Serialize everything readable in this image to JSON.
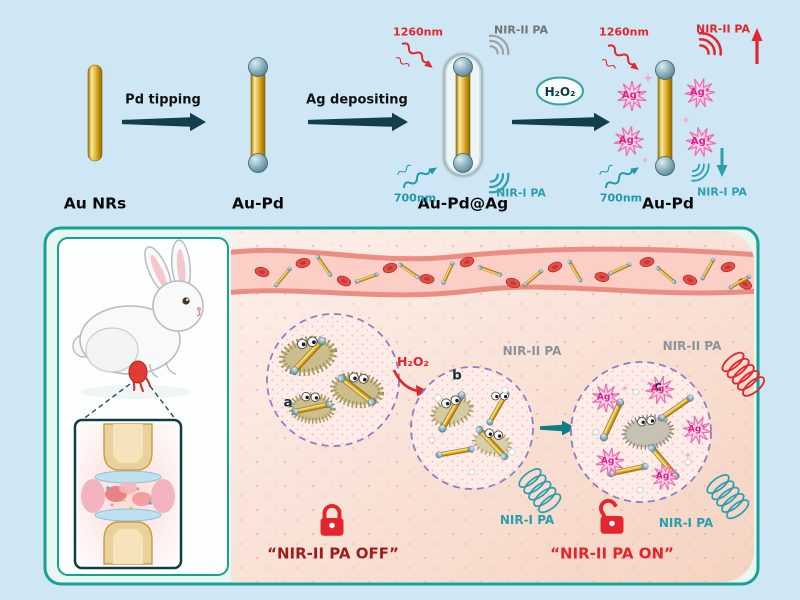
{
  "figure": {
    "scheme": {
      "steps": [
        {
          "label": "Au NRs"
        },
        {
          "label": "Au-Pd"
        },
        {
          "label": "Au-Pd@Ag"
        },
        {
          "label": "Au-Pd"
        }
      ],
      "arrow1": "Pd tipping",
      "arrow2": "Ag depositing",
      "h2o2": "H₂O₂",
      "nm1260": "1260nm",
      "nm700": "700nm",
      "nir2": "NIR-II PA",
      "nir1": "NIR-I PA",
      "ag_ion": "Ag⁺"
    },
    "panel": {
      "h2o2": "H₂O₂",
      "a": "a",
      "b": "b",
      "c": "c",
      "nir2": "NIR-II PA",
      "nir1": "NIR-I PA",
      "ag_ion": "Ag⁺",
      "off": "“NIR-II PA OFF”",
      "on": "“NIR-II PA ON”"
    },
    "colors": {
      "red": "#e3262d",
      "teal": "#2b9fb0",
      "gray": "#8d9499",
      "magenta": "#dd1f8d",
      "panel_border": "#18a094",
      "gold": "#d4a017"
    }
  }
}
